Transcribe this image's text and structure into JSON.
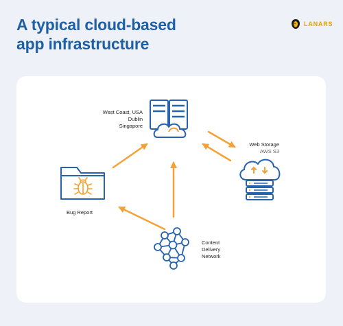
{
  "header": {
    "title_line1": "A typical cloud-based",
    "title_line2": "app infrastructure",
    "brand": "LANARS"
  },
  "nodes": {
    "servers": {
      "label_lines": [
        "West Coast, USA",
        "Dublin",
        "Singapore"
      ],
      "icon": "server-cloud-icon"
    },
    "storage": {
      "label_lines": [
        "Web Storage"
      ],
      "sublabel": "AWS S3",
      "icon": "cloud-storage-icon"
    },
    "bug_report": {
      "label": "Bug Report",
      "icon": "bug-folder-icon"
    },
    "cdn": {
      "label_lines": [
        "Content",
        "Delivery",
        "Network"
      ],
      "icon": "network-graph-icon"
    }
  },
  "colors": {
    "title": "#1f5fa6",
    "icon_stroke": "#2563b0",
    "icon_accent": "#f0a030",
    "arrow": "#f5a13a",
    "brand": "#e2a100",
    "background": "#eef2f8",
    "card": "#ffffff"
  }
}
